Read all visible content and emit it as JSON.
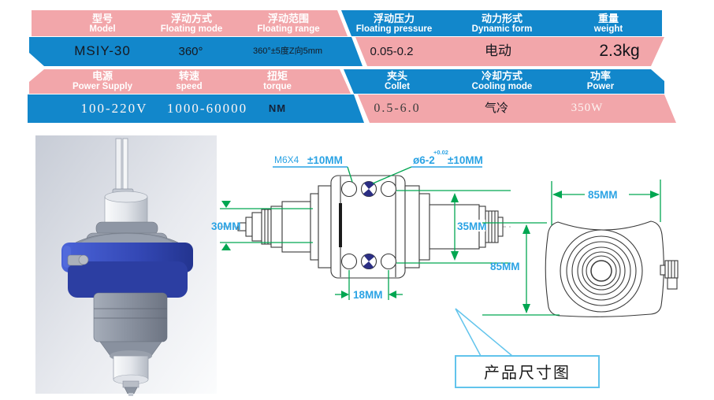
{
  "table": {
    "row1_headers": [
      {
        "zh": "型号",
        "en": "Model"
      },
      {
        "zh": "浮动方式",
        "en": "Floating mode"
      },
      {
        "zh": "浮动范围",
        "en": "Floating range"
      },
      {
        "zh": "浮动压力",
        "en": "Floating pressure"
      },
      {
        "zh": "动力形式",
        "en": "Dynamic form"
      },
      {
        "zh": "重量",
        "en": "weight"
      }
    ],
    "row1_values": [
      "MSIY-30",
      "360°",
      "360°±5度Z向5mm",
      "0.05-0.2",
      "电动",
      "2.3kg"
    ],
    "row2_headers": [
      {
        "zh": "电源",
        "en": "Power Supply"
      },
      {
        "zh": "转速",
        "en": "speed"
      },
      {
        "zh": "扭矩",
        "en": "torque"
      },
      {
        "zh": "夹头",
        "en": "Collet"
      },
      {
        "zh": "冷却方式",
        "en": "Cooling mode"
      },
      {
        "zh": "功率",
        "en": "Power"
      }
    ],
    "row2_values": [
      "100-220V",
      "1000-60000",
      "NM",
      "0.5-6.0",
      "气冷",
      "350W"
    ]
  },
  "diagram": {
    "label_m6": "M6X4",
    "label_m6_tol": "±10MM",
    "label_hole": "ø6-2",
    "label_hole_sup": "+0.02",
    "label_hole_tol": "±10MM",
    "dim_30": "30MM",
    "dim_35": "35MM",
    "dim_18": "18MM",
    "dim_85_top": "85MM",
    "dim_85_side": "85MM",
    "caption": "产品尺寸图"
  },
  "colors": {
    "pink": "#F2A6AA",
    "blue": "#1287CB",
    "dim_green": "#00A651",
    "label_blue": "#2BA3E4",
    "callout_border": "#62C4EC",
    "clamp_blue": "#2C3EA2"
  }
}
